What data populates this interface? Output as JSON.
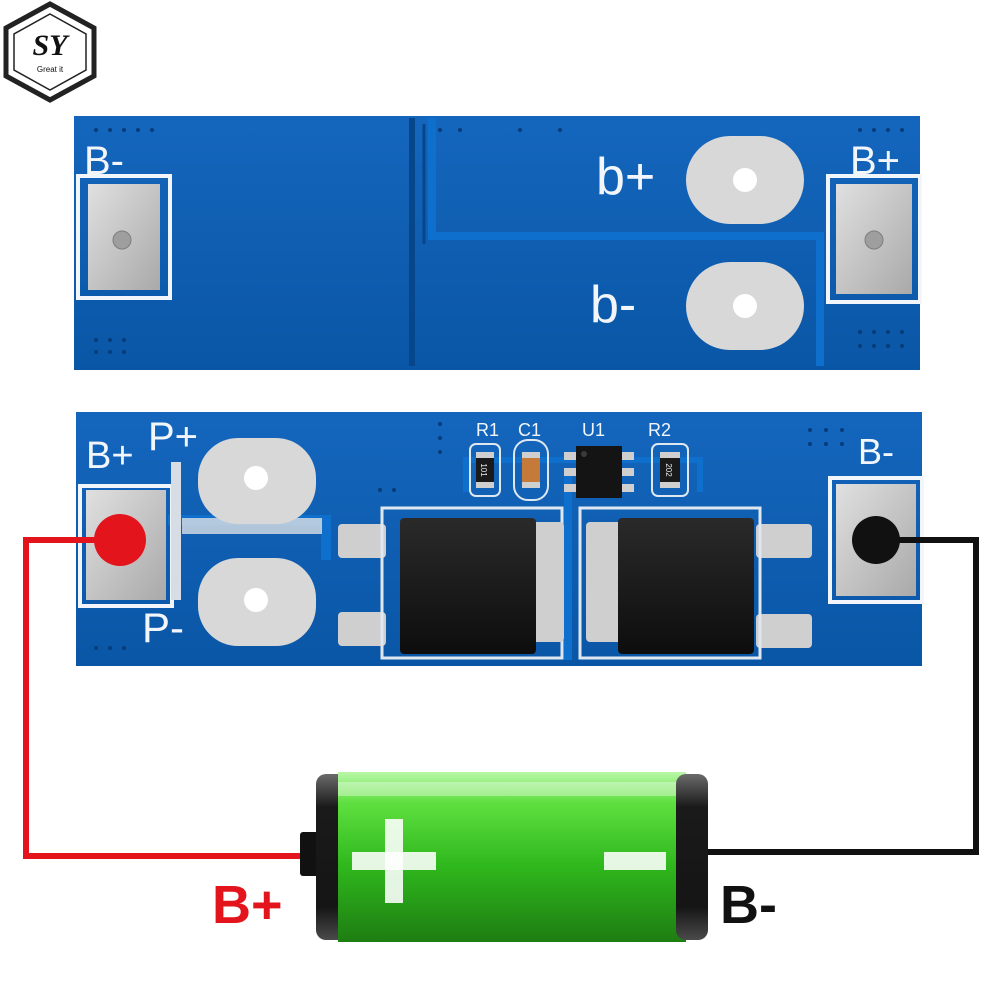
{
  "logo": {
    "letters": "SY",
    "tagline": "Great it"
  },
  "board_top": {
    "pad_left_label": "B-",
    "pad_right_label": "B+",
    "hole_top_label": "b+",
    "hole_bottom_label": "b-"
  },
  "board_bottom": {
    "pad_left_label": "B+",
    "pad_right_label": "B-",
    "hole_top_label": "P+",
    "hole_bottom_label": "P-",
    "components": [
      "R1",
      "C1",
      "U1",
      "R2"
    ],
    "resistor_r1_code": "101",
    "resistor_r2_code": "202"
  },
  "battery": {
    "plus_sign": "+",
    "minus_sign": "−",
    "label_positive": "B+",
    "label_negative": "B-"
  },
  "colors": {
    "pcb_blue": "#0b5fb0",
    "pad_silver": "#c9c9c9",
    "wire_positive": "#e3141b",
    "wire_negative": "#111111",
    "battery_green": "#3fcf2b",
    "label_positive": "#e3141b",
    "label_negative": "#111111"
  }
}
